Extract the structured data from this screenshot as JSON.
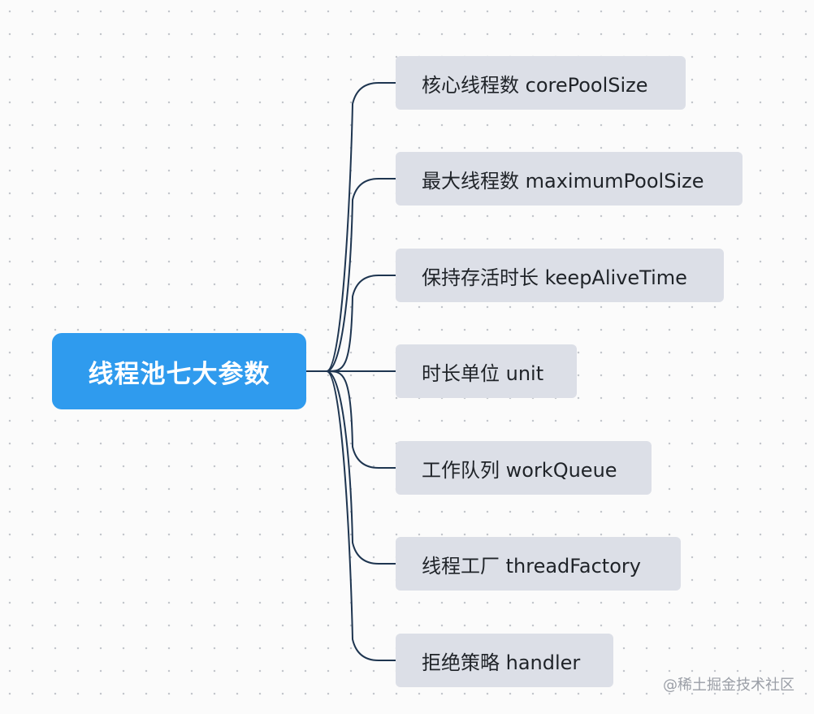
{
  "root": {
    "label": "线程池七大参数",
    "color": "#2f9bee"
  },
  "children": [
    {
      "label": "核心线程数 corePoolSize"
    },
    {
      "label": "最大线程数 maximumPoolSize"
    },
    {
      "label": "保持存活时长 keepAliveTime"
    },
    {
      "label": "时长单位 unit"
    },
    {
      "label": "工作队列 workQueue"
    },
    {
      "label": "线程工厂 threadFactory"
    },
    {
      "label": "拒绝策略 handler"
    }
  ],
  "watermark": "@稀土掘金技术社区",
  "colors": {
    "connector": "#1e3550",
    "node_background": "#dcdfe7",
    "canvas": "#fbfbfb"
  }
}
